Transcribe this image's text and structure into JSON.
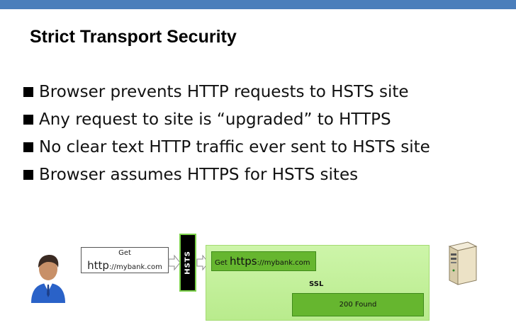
{
  "slide": {
    "title": "Strict Transport Security",
    "bullets": [
      "Browser prevents HTTP requests to HSTS site",
      "Any request to site is “upgraded” to HTTPS",
      "No clear text HTTP traffic ever sent to HSTS site",
      "Browser assumes HTTPS for HSTS sites"
    ]
  },
  "diagram": {
    "request": {
      "method": "Get",
      "scheme": "http",
      "rest": "://mybank.com"
    },
    "hsts_label": "HSTS",
    "upgraded_request": {
      "method": "Get",
      "scheme": "https",
      "rest": "://mybank.com"
    },
    "ssl_label": "SSL",
    "response_label": "200 Found"
  },
  "colors": {
    "top_bar": "#4a7ebb",
    "panel_green": "#c6f29f",
    "box_green": "#66b62f"
  },
  "icons": [
    "user-icon",
    "server-icon"
  ]
}
